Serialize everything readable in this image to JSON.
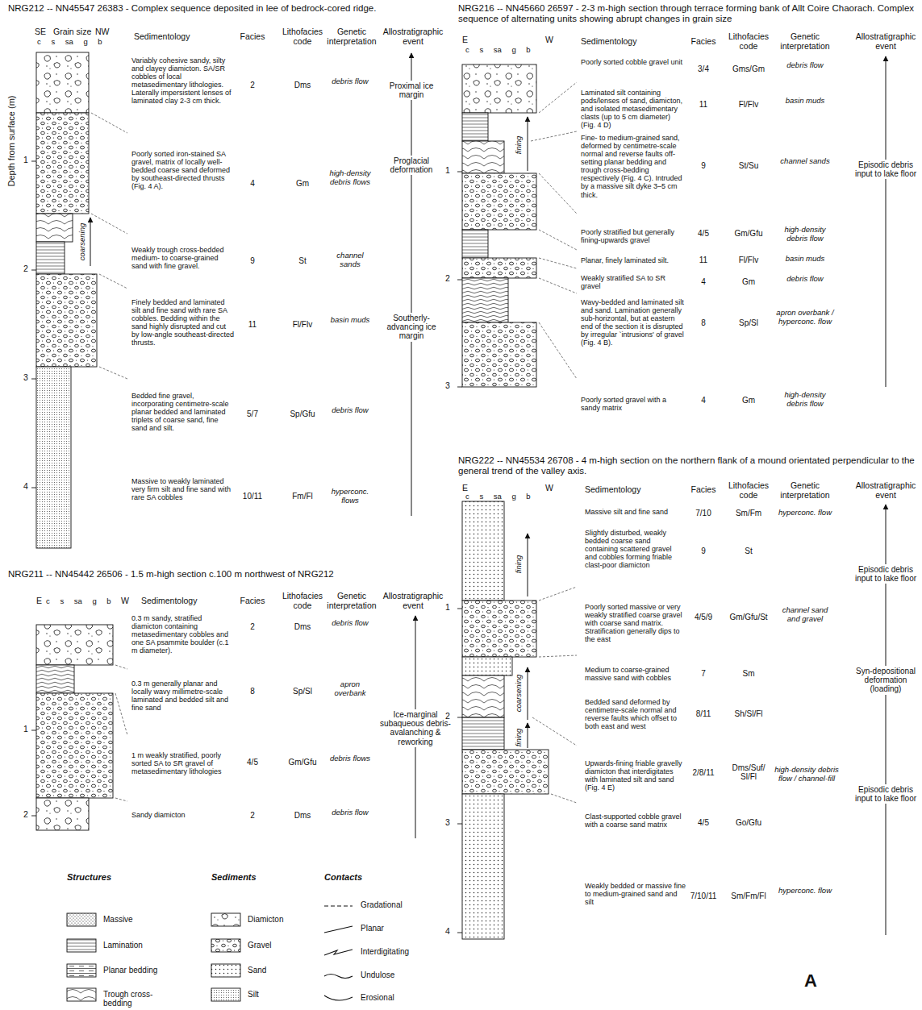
{
  "diagram": {
    "labels": [
      "NRG212 -- NN45547 26383 - Complex sequence deposited in lee of bedrock-cored ridge.",
      "SE",
      "Grain size",
      "NW",
      "c s sa g b",
      "Sedimentology",
      "Facies",
      "Lithofacies code",
      "Genetic interpretation",
      "Allostratigraphic event",
      "Depth from surface (m)",
      "1",
      "2",
      "3",
      "4",
      "Variably cohesive sandy, silty and clayey diamicton. SA/SR cobbles of local metasedimentary lithologies. Laterally impersistent lenses of laminated clay 2-3 cm thick.",
      "2",
      "Dms",
      "debris flow",
      "Poorly sorted iron-stained SA gravel, matrix of locally well-bedded coarse sand deformed by southeast-directed thrusts (Fig. 4 A).",
      "4",
      "Gm",
      "high-density debris flows",
      "Weakly trough cross-bedded medium- to coarse-grained sand with fine gravel.",
      "9",
      "St",
      "channel sands",
      "Finely bedded and laminated silt and fine sand with rare SA cobbles. Bedding within the sand highly disrupted and cut by low-angle southeast-directed thrusts.",
      "11",
      "Fl/Flv",
      "basin muds",
      "Bedded fine gravel, incorporating centimetre-scale planar bedded and laminated triplets of coarse sand, fine sand and silt.",
      "5/7",
      "Sp/Gfu",
      "debris flow",
      "Massive to weakly laminated very firm silt and fine sand with rare SA cobbles",
      "10/11",
      "Fm/Fl",
      "hyperconc. flows",
      "Proximal ice margin",
      "Proglacial deformation",
      "Southerly-advancing ice margin",
      "coarsening",
      "NRG211 -- NN45442 26506 - 1.5 m-high section c.100 m northwest of NRG212",
      "E",
      "W",
      "c s sa g b",
      "Sedimentology",
      "Facies",
      "Lithofacies code",
      "Genetic interpretation",
      "Allostratigraphic event",
      "1",
      "2",
      "0.3 m sandy, stratified diamicton containing metasedimentary cobbles and one SA psammite boulder (c.1 m diameter).",
      "2",
      "Dms",
      "debris flow",
      "0.3 m generally planar and locally wavy millimetre-scale laminated and bedded silt and fine sand",
      "8",
      "Sp/Sl",
      "apron overbank",
      "1 m weakly stratified, poorly sorted SA to SR gravel of metasedimentary lithologies",
      "4/5",
      "Gm/Gfu",
      "debris flows",
      "Sandy diamicton",
      "2",
      "Dms",
      "debris flow",
      "Ice-marginal subaqueous debris-avalanching & reworking",
      "Structures",
      "Sediments",
      "Contacts",
      "NRG216 -- NN45660 26597 - 2-3 m-high section through terrace forming bank of Allt Coire Chaorach. Complex sequence of alternating units showing abrupt changes in grain size",
      "E",
      "W",
      "c s sa g b",
      "Sedimentology",
      "Facies",
      "Lithofacies code",
      "Genetic interpretation",
      "Allostratigraphic event",
      "1",
      "2",
      "3",
      "Poorly sorted cobble gravel unit",
      "3/4",
      "Gms/Gm",
      "debris flow",
      "Laminated silt containing pods/lenses of sand, diamicton, and isolated metasedimentary clasts (up to 5 cm diameter) (Fig. 4 D)",
      "11",
      "Fl/Flv",
      "basin muds",
      "Fine- to medium-grained sand, deformed by centimetre-scale normal and reverse faults off-setting planar bedding and trough cross-bedding respectively (Fig. 4 C). Intruded by a massive silt dyke 3–5 cm thick.",
      "9",
      "St/Su",
      "channel sands",
      "Poorly stratified but generally fining-upwards gravel",
      "4/5",
      "Gm/Gfu",
      "high-density debris flow",
      "Planar, finely laminated silt.",
      "11",
      "Fl/Flv",
      "basin muds",
      "Weakly stratified SA to SR gravel",
      "4",
      "Gm",
      "debris flow",
      "Wavy-bedded and laminated silt and sand. Lamination generally sub-horizontal, but at eastern end of the section it is disrupted by irregular `intrusions' of gravel (Fig. 4 B).",
      "8",
      "Sp/Sl",
      "apron overbank / hyperconc. flow",
      "Poorly sorted gravel with a sandy matrix",
      "4",
      "Gm",
      "high-density debris flow",
      "Episodic debris input to lake floor",
      "fining",
      "NRG222 -- NN45534 26708 - 4 m-high section on the northern flank of a mound orientated perpendicular to the general trend of the valley axis.",
      "E",
      "W",
      "c s sa g b",
      "Sedimentology",
      "Facies",
      "Lithofacies code",
      "Genetic interpretation",
      "Allostratigraphic event",
      "1",
      "2",
      "3",
      "4",
      "Massive silt and fine sand",
      "7/10",
      "Sm/Fm",
      "hyperconc. flow",
      "Slightly disturbed, weakly bedded coarse sand containing scattered gravel and cobbles forming friable clast-poor diamicton",
      "9",
      "St",
      "Poorly sorted massive or very weakly stratified coarse gravel with coarse sand matrix. Stratification generally dips to the east",
      "4/5/9",
      "Gm/Gfu/St",
      "channel sand and gravel",
      "Medium to coarse-grained massive sand with cobbles",
      "7",
      "Sm",
      "Bedded sand deformed by centimetre-scale normal and reverse faults which offset to both east and west",
      "8/11",
      "Sh/Sl/Fl",
      "Upwards-fining friable gravelly diamicton that interdigitates with laminated silt and sand (Fig. 4 E)",
      "2/8/11",
      "Dms/Suf/ Sl/Fl",
      "high-density debris flow / channel-fill",
      "Clast-supported cobble gravel with a coarse sand matrix",
      "4/5",
      "Go/Gfu",
      "Weakly bedded or massive fine to medium-grained sand and silt",
      "7/10/11",
      "Sm/Fm/Fl",
      "hyperconc. flow",
      "Episodic debris input to lake floor",
      "Syn-depositional deformation (loading)",
      "Episodic debris input to lake floor",
      "fining",
      "coarsening",
      "fining",
      "A"
    ],
    "legend": [
      {
        "text": "Massive"
      },
      {
        "text": "Lamination"
      },
      {
        "text": "Planar bedding"
      },
      {
        "text": "Trough cross-bedding"
      },
      {
        "text": "Diamicton"
      },
      {
        "text": "Gravel"
      },
      {
        "text": "Sand"
      },
      {
        "text": "Silt"
      },
      {
        "text": "Gradational"
      },
      {
        "text": "Planar"
      },
      {
        "text": "Interdigitating"
      },
      {
        "text": "Undulose"
      },
      {
        "text": "Erosional"
      }
    ]
  }
}
